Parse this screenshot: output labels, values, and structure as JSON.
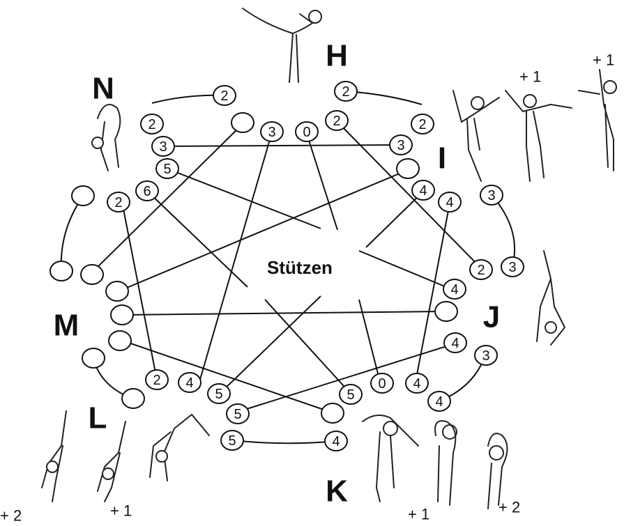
{
  "center_label": "Stützen",
  "group_letters": {
    "H": "H",
    "I": "I",
    "J": "J",
    "K": "K",
    "L": "L",
    "M": "M",
    "N": "N"
  },
  "bonus_labels": {
    "i_left": "+ 1",
    "i_right": "+ 1",
    "k_left": "+ 1",
    "k_right": "+ 2",
    "l_left": "+ 2",
    "l_right": "+ 1"
  },
  "numbers": {
    "n_top": "2",
    "n_left": "2",
    "n_3": "3",
    "n_5": "5",
    "n_6": "6",
    "h_3": "3",
    "h_0": "0",
    "h_2": "2",
    "h_top": "2",
    "h_right": "2",
    "h_3b": "3",
    "i_4a": "4",
    "i_4b": "4",
    "i_3": "3",
    "i_3b": "3",
    "i_2": "2",
    "j_4": "4",
    "j_4b": "4",
    "j_3": "3",
    "j_4c": "4",
    "k_0": "0",
    "k_4": "4",
    "k_5": "5",
    "k_4b": "4",
    "l_5": "5",
    "l_5b": "5",
    "l_5c": "5",
    "l_4": "4",
    "l_2": "2",
    "m_2": "2"
  }
}
